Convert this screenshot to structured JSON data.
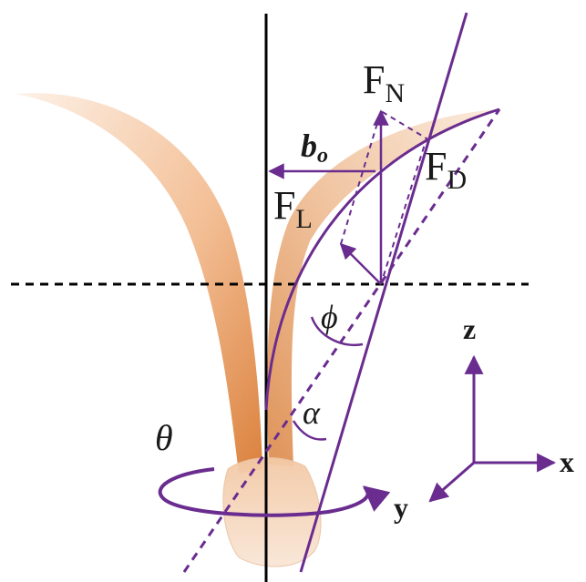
{
  "labels": {
    "fn_main": "F",
    "fn_sub": "N",
    "fd_main": "F",
    "fd_sub": "D",
    "fl_main": "F",
    "fl_sub": "L",
    "bo_main": "b",
    "bo_sub": "o",
    "phi": "ϕ",
    "alpha": "α",
    "theta": "θ",
    "axis_z": "z",
    "axis_x": "x",
    "axis_y": "y"
  },
  "colors": {
    "purple": "#6a2c8f",
    "black": "#000000",
    "blade_dark": "#d9742a",
    "blade_light": "#f7dcc6",
    "text": "#1a1a1a"
  }
}
